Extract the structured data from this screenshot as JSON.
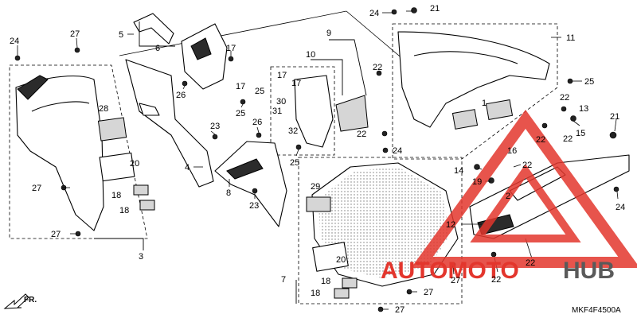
{
  "diagram": {
    "drawing_code": "MKF4F4500A",
    "direction_label": "FR.",
    "watermark": {
      "word_1": "AUTOMOTO",
      "word_2": "HUB",
      "color_1": "#e3362d",
      "color_2": "#5a5a5a"
    },
    "callouts": {
      "c2": "2",
      "c3": "3",
      "c4": "4",
      "c5": "5",
      "c6": "6",
      "c7": "7",
      "c8": "8",
      "c9": "9",
      "c10": "10",
      "c11": "11",
      "c12": "12",
      "c13": "13",
      "c14": "14",
      "c15": "15",
      "c16": "16",
      "c17": "17",
      "c18": "18",
      "c19": "19",
      "c20": "20",
      "c21": "21",
      "c22": "22",
      "c23": "23",
      "c24": "24",
      "c25": "25",
      "c26": "26",
      "c27": "27",
      "c28": "28",
      "c29": "29",
      "c30": "30",
      "c31": "31",
      "c32": "32"
    }
  }
}
